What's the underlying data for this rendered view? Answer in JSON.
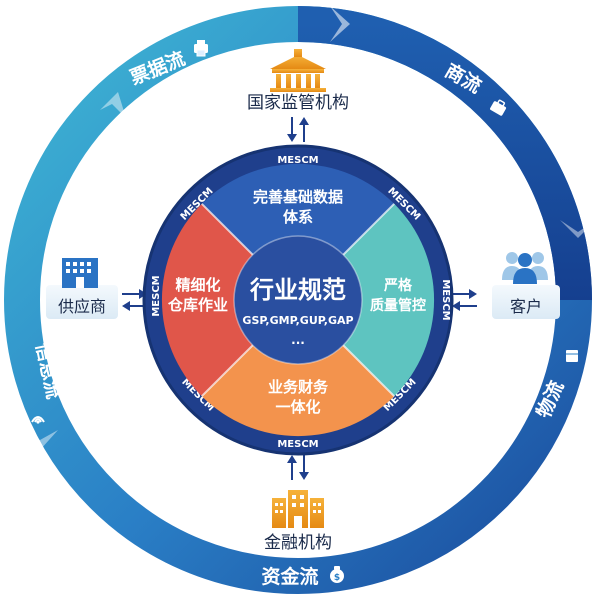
{
  "colors": {
    "ring_light": "#3fb7d4",
    "ring_mid": "#2a7fc6",
    "ring_dark": "#1a4a9c",
    "hub_navy": "#1f3f8c",
    "center_navy": "#2a4fa0",
    "quad_top": "#2d5fb5",
    "quad_left": "#e0564a",
    "quad_right": "#5ec4c0",
    "quad_bottom": "#f3934d",
    "institution_orange": "#f0a21e",
    "entity_blue": "#2a73c4",
    "entity_box": "#eaf3fa"
  },
  "outer_ring": {
    "labels": {
      "bill_flow": "票据流",
      "commerce_flow": "商流",
      "logistics_flow": "物流",
      "capital_flow": "资金流",
      "information_flow": "信息流"
    },
    "icons": {
      "bill_flow": "printer-icon",
      "commerce_flow": "briefcase-icon",
      "logistics_flow": "package-icon",
      "capital_flow": "money-bag-icon",
      "information_flow": "signal-icon"
    }
  },
  "entities": {
    "regulator": {
      "label": "国家监管机构",
      "icon": "government-building-icon"
    },
    "finance": {
      "label": "金融机构",
      "icon": "bank-building-icon"
    },
    "supplier": {
      "label": "供应商",
      "icon": "office-building-icon"
    },
    "customer": {
      "label": "客户",
      "icon": "people-group-icon"
    }
  },
  "hub": {
    "ring_label": "MESCM",
    "quadrants": {
      "top_line1": "完善基础数据",
      "top_line2": "体系",
      "left_line1": "精细化",
      "left_line2": "仓库作业",
      "right_line1": "严格",
      "right_line2": "质量管控",
      "bottom_line1": "业务财务",
      "bottom_line2": "一体化"
    },
    "center": {
      "title": "行业规范",
      "subtitle": "GSP,GMP,GUP,GAP",
      "ellipsis": "..."
    }
  }
}
